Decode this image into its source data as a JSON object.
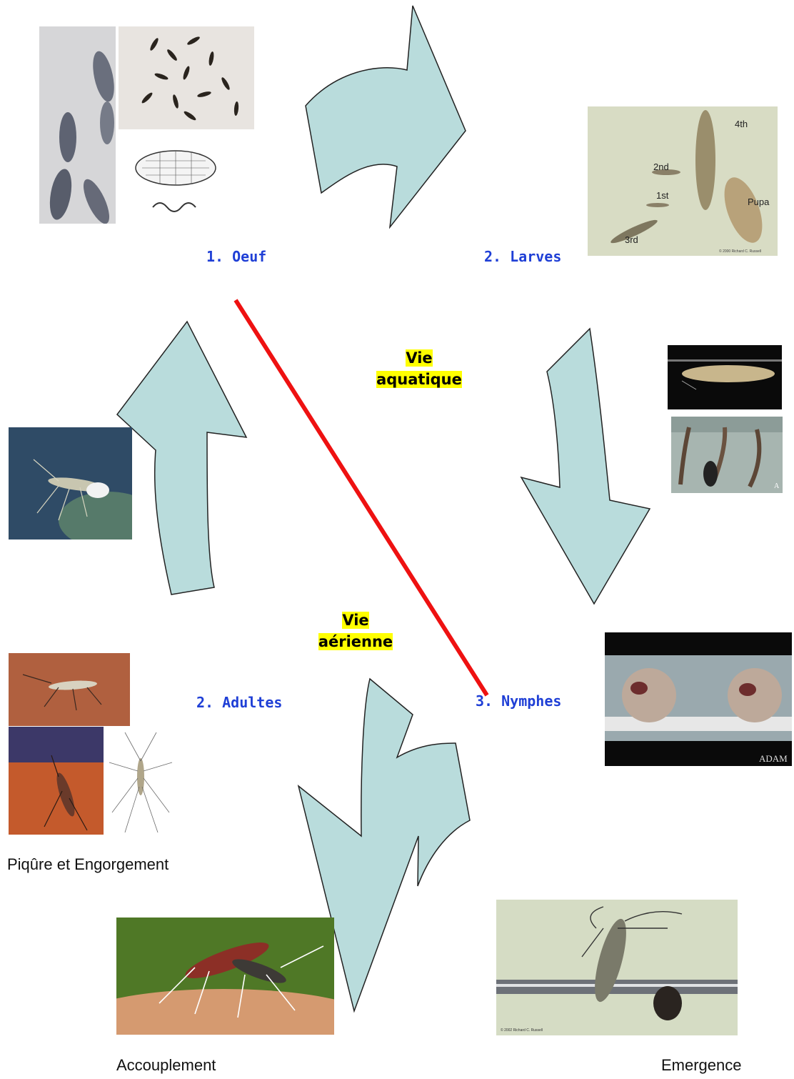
{
  "stages": {
    "egg": "1. Oeuf",
    "larvae": "2. Larves",
    "pupae": "3. Nymphes",
    "adults": "2. Adultes"
  },
  "zones": {
    "aquatic": [
      "Vie",
      "aquatique"
    ],
    "aerial": [
      "Vie",
      "aérienne"
    ]
  },
  "captions": {
    "feeding": "Piqûre et Engorgement",
    "mating": "Accouplement",
    "emergence": "Emergence"
  },
  "larvae_photo_labels": {
    "fourth": "4th",
    "second": "2nd",
    "first": "1st",
    "third": "3rd",
    "pupa": "Pupa",
    "credit": "© 2000 Richard C. Russell"
  },
  "photo_watermarks": {
    "adam": "ADAM",
    "adam_small": "A",
    "emergence_credit": "© 2002 Richard C. Russell"
  },
  "colors": {
    "arrow_fill": "#b9dcdc",
    "arrow_stroke": "#222222",
    "divider": "#ee1111",
    "stage_text": "#1f3fd6",
    "highlight": "#ffff00"
  }
}
